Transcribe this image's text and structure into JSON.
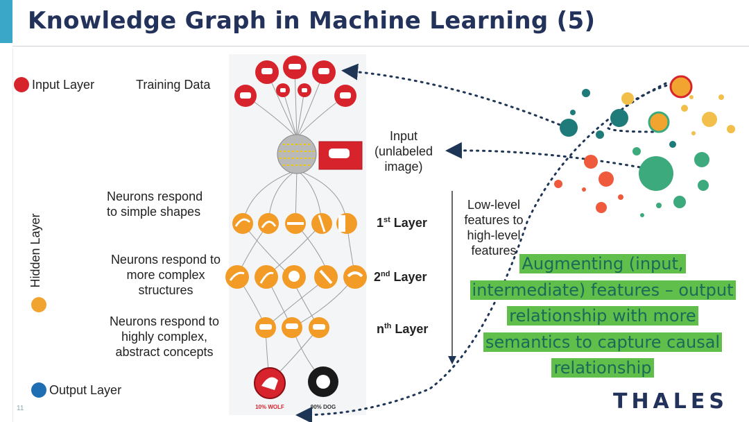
{
  "title": "Knowledge Graph in Machine Learning (5)",
  "legend": {
    "input_layer": "Input Layer",
    "hidden_layer": "Hidden Layer",
    "output_layer": "Output Layer"
  },
  "colors": {
    "input": "#d7242c",
    "hidden": "#f2a431",
    "output": "#1f6db3",
    "neuron": "#f29b26",
    "highlight": "#5fbf4a",
    "title": "#22325a"
  },
  "labels": {
    "training_data": "Training Data",
    "input_unlabeled": [
      "Input",
      "(unlabeled",
      "image)"
    ],
    "neurons_simple": [
      "Neurons respond",
      "to simple shapes"
    ],
    "neurons_complex": [
      "Neurons respond to",
      "more complex",
      "structures"
    ],
    "neurons_abstract": [
      "Neurons respond to",
      "highly complex,",
      "abstract concepts"
    ],
    "low_to_high": [
      "Low-level",
      "features to",
      "high-level",
      "features"
    ]
  },
  "layers": {
    "first": {
      "base": "1",
      "sup": "st",
      "rest": " Layer"
    },
    "second": {
      "base": "2",
      "sup": "nd",
      "rest": " Layer"
    },
    "nth": {
      "base": "n",
      "sup": "th",
      "rest": " Layer"
    }
  },
  "outputs": {
    "wolf": "10% WOLF",
    "dog": "90% DOG"
  },
  "augment_text": [
    "Augmenting (input,",
    "intermediate) features – output",
    "relationship with more",
    "semantics to capture causal",
    "relationship"
  ],
  "brand": "THALES",
  "page_number": "11"
}
